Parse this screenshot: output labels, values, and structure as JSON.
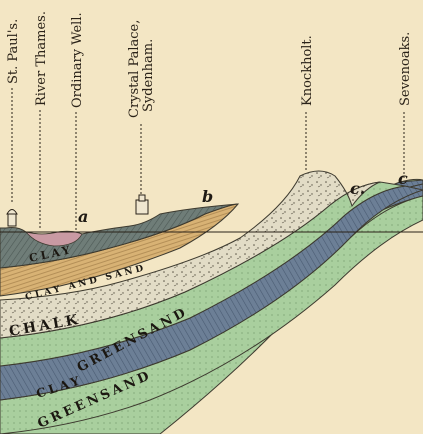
{
  "labels": {
    "st_pauls": "St. Paul's.",
    "river_thames": "River Thames.",
    "ordinary_well": "Ordinary Well.",
    "crystal_palace_1": "Crystal Palace,",
    "crystal_palace_2": "Sydenham.",
    "knockholt": "Knockholt.",
    "sevenoaks": "Sevenoaks."
  },
  "markers": {
    "a": "a",
    "b": "b",
    "c1": "c.",
    "c2": "c"
  },
  "strata": {
    "clay": "CLAY",
    "clay_and_sand": "CLAY AND SAND",
    "chalk": "CHALK",
    "upper_greensand": "GREENSAND",
    "gault_clay": "CLAY",
    "lower_greensand": "GREENSAND"
  },
  "colors": {
    "paper": "#f3e6c4",
    "london_clay": "#6f7d78",
    "clay_and_sand": "#d8b274",
    "chalk": "#e2dcc6",
    "greensand": "#a9cf9e",
    "gault_clay": "#6c7f96",
    "thames_bed": "#c99aa3"
  }
}
